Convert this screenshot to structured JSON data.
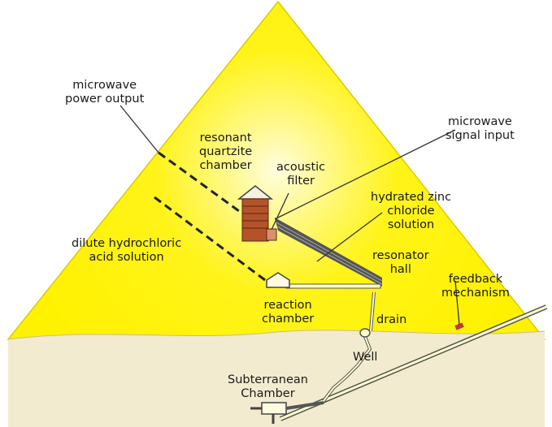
{
  "colors": {
    "pyramid_light": "#fffde0",
    "pyramid_fill": "#fff200",
    "pyramid_edge": "#e0c800",
    "ground": "#f2ebd0",
    "passage": "#ffffcc",
    "chamber_brick": "#b4532a",
    "grand_gallery": "#555555",
    "line": "#333333"
  },
  "labels": {
    "microwave_power_output": [
      "microwave",
      "power output"
    ],
    "microwave_signal_input": [
      "microwave",
      "signal input"
    ],
    "resonant_quartzite_chamber": [
      "resonant",
      "quartzite",
      "chamber"
    ],
    "acoustic_filter": [
      "acoustic",
      "filter"
    ],
    "hydrated_zinc_chloride_solution": [
      "hydrated zinc",
      "chloride",
      "solution"
    ],
    "dilute_hydrochloric_acid_solution": [
      "dilute hydrochloric",
      "acid solution"
    ],
    "resonator_hall": [
      "resonator",
      "hall"
    ],
    "feedback_mechanism": [
      "feedback",
      "mechanism"
    ],
    "reaction_chamber": [
      "reaction",
      "chamber"
    ],
    "drain": [
      "drain"
    ],
    "well": [
      "Well"
    ],
    "subterranean_chamber": [
      "Subterranean",
      "Chamber"
    ]
  }
}
